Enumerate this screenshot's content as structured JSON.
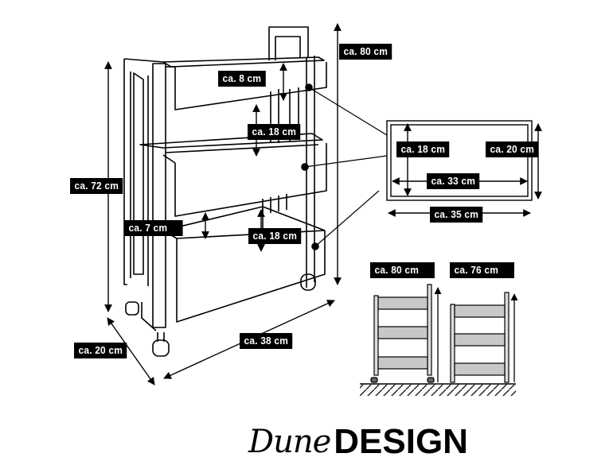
{
  "diagram": {
    "subject": "3-tier rolling storage cart dimensions",
    "main_view": {
      "labels": {
        "total_height_handle": "ca. 80 cm",
        "top_basket_depth": "ca. 8 cm",
        "gap_top_middle": "ca. 18 cm",
        "frame_height": "ca. 72 cm",
        "gap_bottom_lower": "ca. 7 cm",
        "gap_middle_bottom": "ca. 18 cm",
        "depth": "ca. 20 cm",
        "width": "ca. 38 cm"
      }
    },
    "basket_detail": {
      "labels": {
        "inner_height": "ca. 18 cm",
        "outer_height": "ca. 20 cm",
        "inner_width": "ca. 33 cm",
        "outer_width": "ca. 35 cm"
      }
    },
    "height_comparison": {
      "with_wheels": "ca. 80 cm",
      "without_wheels": "ca. 76 cm"
    },
    "brand": {
      "script_part": "Dune",
      "bold_part": "DESIGN"
    },
    "colors": {
      "line": "#000000",
      "label_bg": "#000000",
      "label_text": "#ffffff",
      "shelf_fill": "#c8c8c8"
    }
  }
}
